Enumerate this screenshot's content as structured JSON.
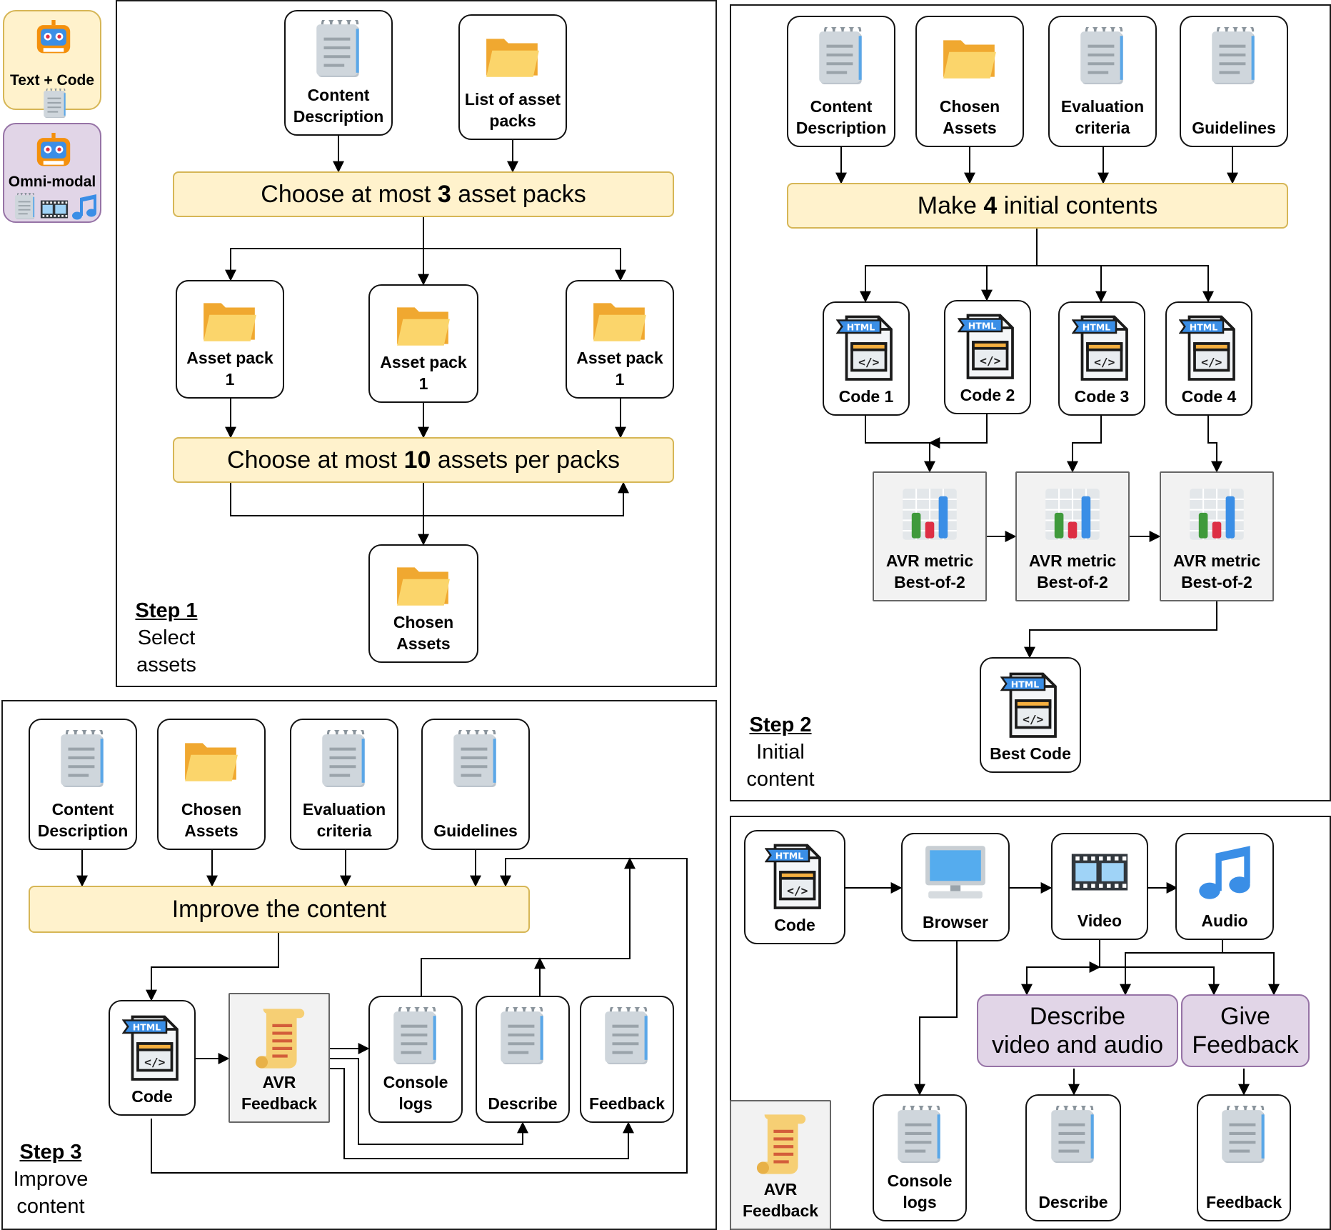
{
  "legend": {
    "text_code": "Text + Code",
    "omni_modal": "Omni-modal"
  },
  "step1": {
    "title": "Step 1",
    "desc": "Select\nassets",
    "input_content": "Content\nDescription",
    "input_packs": "List of asset\npacks",
    "choose_packs": {
      "pre": "Choose at most ",
      "num": "3",
      "post": " asset packs"
    },
    "pack_a": "Asset pack\n1",
    "pack_b": "Asset pack\n1",
    "pack_c": "Asset pack\n1",
    "choose_assets": {
      "pre": "Choose at most ",
      "num": "10",
      "post": " assets per packs"
    },
    "output": "Chosen\nAssets"
  },
  "step2": {
    "title": "Step 2",
    "desc": "Initial\ncontent",
    "in_content": "Content\nDescription",
    "in_assets": "Chosen\nAssets",
    "in_eval": "Evaluation\ncriteria",
    "in_guidelines": "Guidelines",
    "make": {
      "pre": "Make ",
      "num": "4",
      "post": " initial contents"
    },
    "code1": "Code 1",
    "code2": "Code 2",
    "code3": "Code 3",
    "code4": "Code 4",
    "metric1": "AVR metric\nBest-of-2",
    "metric2": "AVR metric\nBest-of-2",
    "metric3": "AVR metric\nBest-of-2",
    "best": "Best Code"
  },
  "step3": {
    "title": "Step 3",
    "desc": "Improve\ncontent",
    "in_content": "Content\nDescription",
    "in_assets": "Chosen\nAssets",
    "in_eval": "Evaluation\ncriteria",
    "in_guidelines": "Guidelines",
    "improve": "Improve the content",
    "code": "Code",
    "avr": "AVR\nFeedback",
    "console": "Console\nlogs",
    "describe": "Describe",
    "feedback": "Feedback"
  },
  "avr_panel": {
    "code": "Code",
    "browser": "Browser",
    "video": "Video",
    "audio": "Audio",
    "describe_va": "Describe\nvideo and audio",
    "give_feedback": "Give\nFeedback",
    "console": "Console\nlogs",
    "describe": "Describe",
    "feedback": "Feedback",
    "label": "AVR\nFeedback"
  },
  "colors": {
    "yellow_fill": "#fff2cc",
    "yellow_border": "#d6b656",
    "purple_fill": "#e1d5e7",
    "purple_border": "#9673a6",
    "folder": "#f5b942"
  },
  "icons": [
    "notepad-icon",
    "folder-icon",
    "html-file-icon",
    "bar-chart-icon",
    "scroll-icon",
    "monitor-icon",
    "film-icon",
    "music-note-icon",
    "robot-icon"
  ]
}
